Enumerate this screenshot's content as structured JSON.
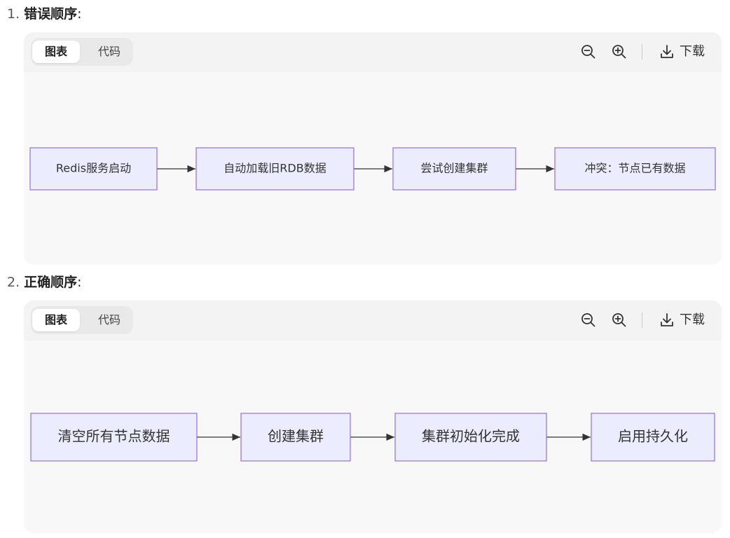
{
  "sections": [
    {
      "number": "1.",
      "title": "错误顺序",
      "colon": ":",
      "tabs": {
        "chart": "图表",
        "code": "代码"
      },
      "download": "下载",
      "nodes": [
        "Redis服务启动",
        "自动加载旧RDB数据",
        "尝试创建集群",
        "冲突：节点已有数据"
      ]
    },
    {
      "number": "2.",
      "title": "正确顺序",
      "colon": ":",
      "tabs": {
        "chart": "图表",
        "code": "代码"
      },
      "download": "下载",
      "nodes": [
        "清空所有节点数据",
        "创建集群",
        "集群初始化完成",
        "启用持久化"
      ]
    }
  ],
  "icons": {
    "zoom_out": "zoom-out-icon",
    "zoom_in": "zoom-in-icon",
    "download": "download-icon"
  },
  "colors": {
    "node_fill": "#ececff",
    "node_stroke": "#9370db",
    "edge": "#333333",
    "panel_bg": "#f8f8f8",
    "toolbar_bg": "#f3f3f3"
  }
}
